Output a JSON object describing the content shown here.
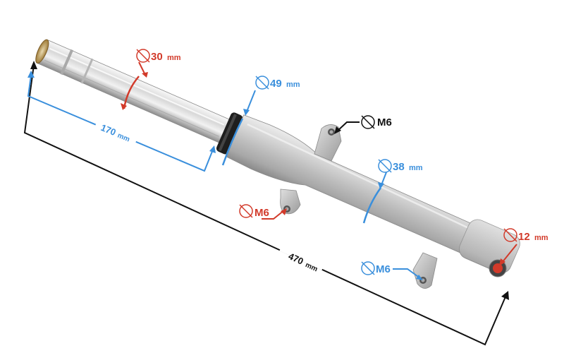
{
  "colors": {
    "red": "#d23a2a",
    "blue": "#3a8fdc",
    "black": "#111111",
    "metal_light": "#e6e6e6",
    "metal_mid": "#c3c3c3",
    "metal_dark": "#8f8f8f",
    "chrome_light": "#f4f4f4",
    "chrome_dark": "#9a9a9a",
    "seal": "#1c1c1c",
    "brass": "#c9a35a"
  },
  "dimensions": {
    "tube_diameter": {
      "value": "30",
      "unit": "mm"
    },
    "slider_diameter": {
      "value": "49",
      "unit": "mm"
    },
    "lower_diameter": {
      "value": "38",
      "unit": "mm"
    },
    "axle_diameter": {
      "value": "12",
      "unit": "mm"
    },
    "tube_length": {
      "value": "170",
      "unit": "mm"
    },
    "total_length": {
      "value": "470",
      "unit": "mm"
    }
  },
  "mounts": {
    "upper_bolt": "M6",
    "left_bolt": "M6",
    "bottom_bolt": "M6"
  }
}
